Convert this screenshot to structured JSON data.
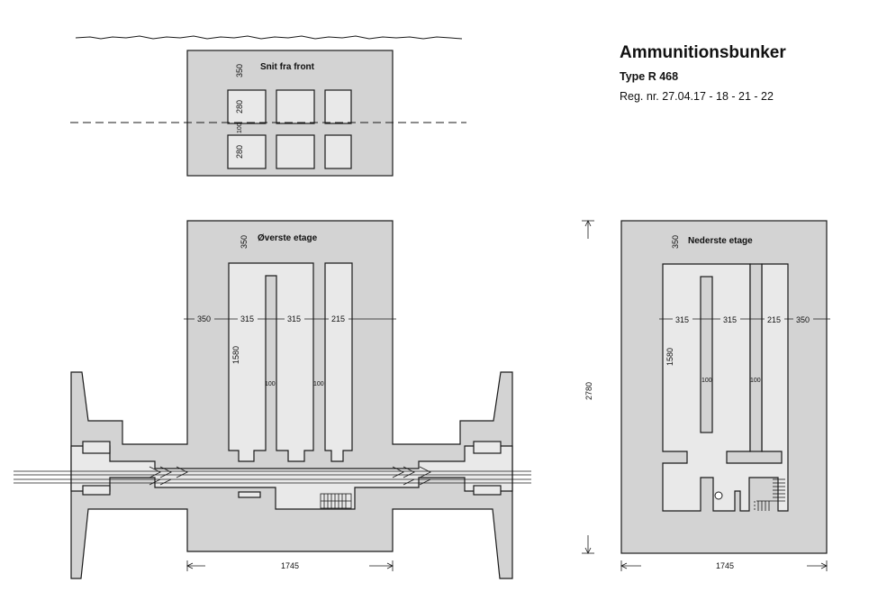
{
  "title": "Ammunitionsbunker",
  "type_label": "Type R 468",
  "reg_label": "Reg. nr. 27.04.17 - 18 - 21 - 22",
  "section": {
    "label": "Snit fra front",
    "dims": {
      "top": "350",
      "row1": "280",
      "gap": "100",
      "row2": "280"
    }
  },
  "upper": {
    "label": "Øverste etage",
    "dims": {
      "top": "350",
      "side_left": "350",
      "bay1": "315",
      "bay2": "315",
      "bay3": "215",
      "depth": "1580",
      "wall1": "100",
      "wall2": "100",
      "width": "1745"
    }
  },
  "lower": {
    "label": "Nederste etage",
    "dims": {
      "top": "350",
      "bay1": "315",
      "bay2": "315",
      "bay3": "215",
      "side_right": "350",
      "depth": "1580",
      "wall1": "100",
      "wall2": "100",
      "height": "2780",
      "width": "1745"
    }
  },
  "colors": {
    "concrete": "#d3d3d3",
    "room": "#e9e9e9",
    "line": "#1a1a1a"
  }
}
